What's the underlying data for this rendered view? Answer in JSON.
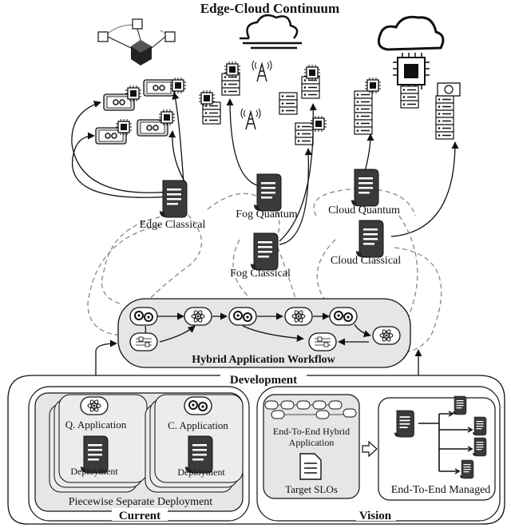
{
  "title": "Edge-Cloud Continuum",
  "deployment_labels": {
    "edge_classical": "Edge Classical",
    "fog_quantum": "Fog Quantum",
    "fog_classical": "Fog Classical",
    "cloud_quantum": "Cloud Quantum",
    "cloud_classical": "Cloud Classical"
  },
  "workflow": {
    "label": "Hybrid Application Workflow"
  },
  "development": {
    "label": "Development",
    "current": {
      "label": "Current",
      "caption": "Piecewise Separate Deployment",
      "q_application": "Q. Application",
      "c_application": "C. Application",
      "deployment": "Deployment"
    },
    "vision": {
      "label": "Vision",
      "hybrid_app": "End-To-End Hybrid Application",
      "hybrid_app_line1": "End-To-End Hybrid",
      "hybrid_app_line2": "Application",
      "target_slos": "Target SLOs",
      "managed": "End-To-End Managed"
    }
  },
  "colors": {
    "outline": "#111111",
    "fill_gray": "#e6e6e6",
    "dark_doc": "#3a3a3a",
    "dashed": "#888888"
  }
}
